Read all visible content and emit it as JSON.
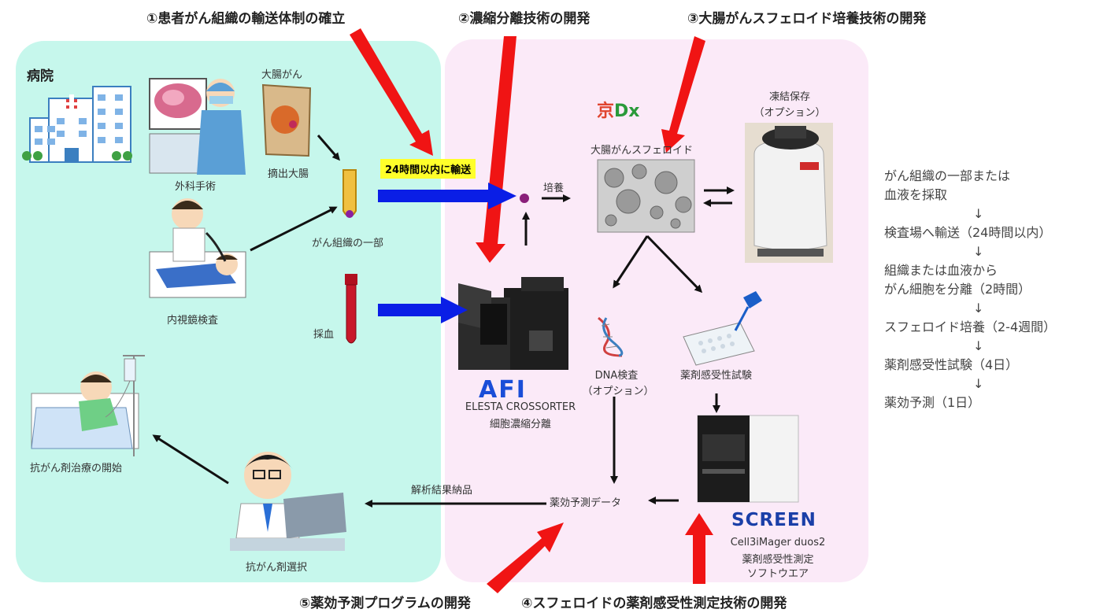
{
  "headings": {
    "step1": "①患者がん組織の輸送体制の確立",
    "step2": "②濃縮分離技術の開発",
    "step3": "③大腸がんスフェロイド培養技術の開発",
    "step4": "④スフェロイドの薬剤感受性測定技術の開発",
    "step5": "⑤薬効予測プログラムの開発"
  },
  "hospital": {
    "title": "病院",
    "surgery": "外科手術",
    "colon_cancer": "大腸がん",
    "resected_colon": "摘出大腸",
    "endoscopy": "内視鏡検査",
    "tissue_part": "がん組織の一部",
    "blood_draw": "採血",
    "treatment_start": "抗がん剤治療の開始",
    "drug_selection": "抗がん剤選択"
  },
  "lab": {
    "transport_badge": "24時間以内に輸送",
    "culture": "培養",
    "kyodx_k": "京",
    "kyodx_d": "Dx",
    "spheroid": "大腸がんスフェロイド",
    "frozen_storage": "凍結保存",
    "frozen_option": "（オプション）",
    "afi_logo": "AFI",
    "crossorter": "ELESTA CROSSORTER",
    "cell_concentration": "細胞濃縮分離",
    "dna_test": "DNA検査",
    "dna_option": "（オプション）",
    "drug_sensitivity_test": "薬剤感受性試験",
    "prediction_data": "薬効予測データ",
    "analysis_delivery": "解析結果納品",
    "screen_logo": "SCREEN",
    "cell3imager": "Cell3iMager duos2",
    "measurement": "薬剤感受性測定",
    "software": "ソフトウエア"
  },
  "steps": [
    "がん組織の一部または",
    "血液を採取",
    "↓",
    "検査場へ輸送（24時間以内）",
    "↓",
    "組織または血液から",
    "がん細胞を分離（2時間）",
    "↓",
    "スフェロイド培養（2-4週間）",
    "↓",
    "薬剤感受性試験（4日）",
    "↓",
    "薬効予測（1日）"
  ],
  "colors": {
    "hospital_bg": "#c6f7ec",
    "lab_bg": "#fbeaf8",
    "red_arrow": "#f01414",
    "blue_arrow": "#0a1ee6",
    "badge": "#ffff2a"
  }
}
